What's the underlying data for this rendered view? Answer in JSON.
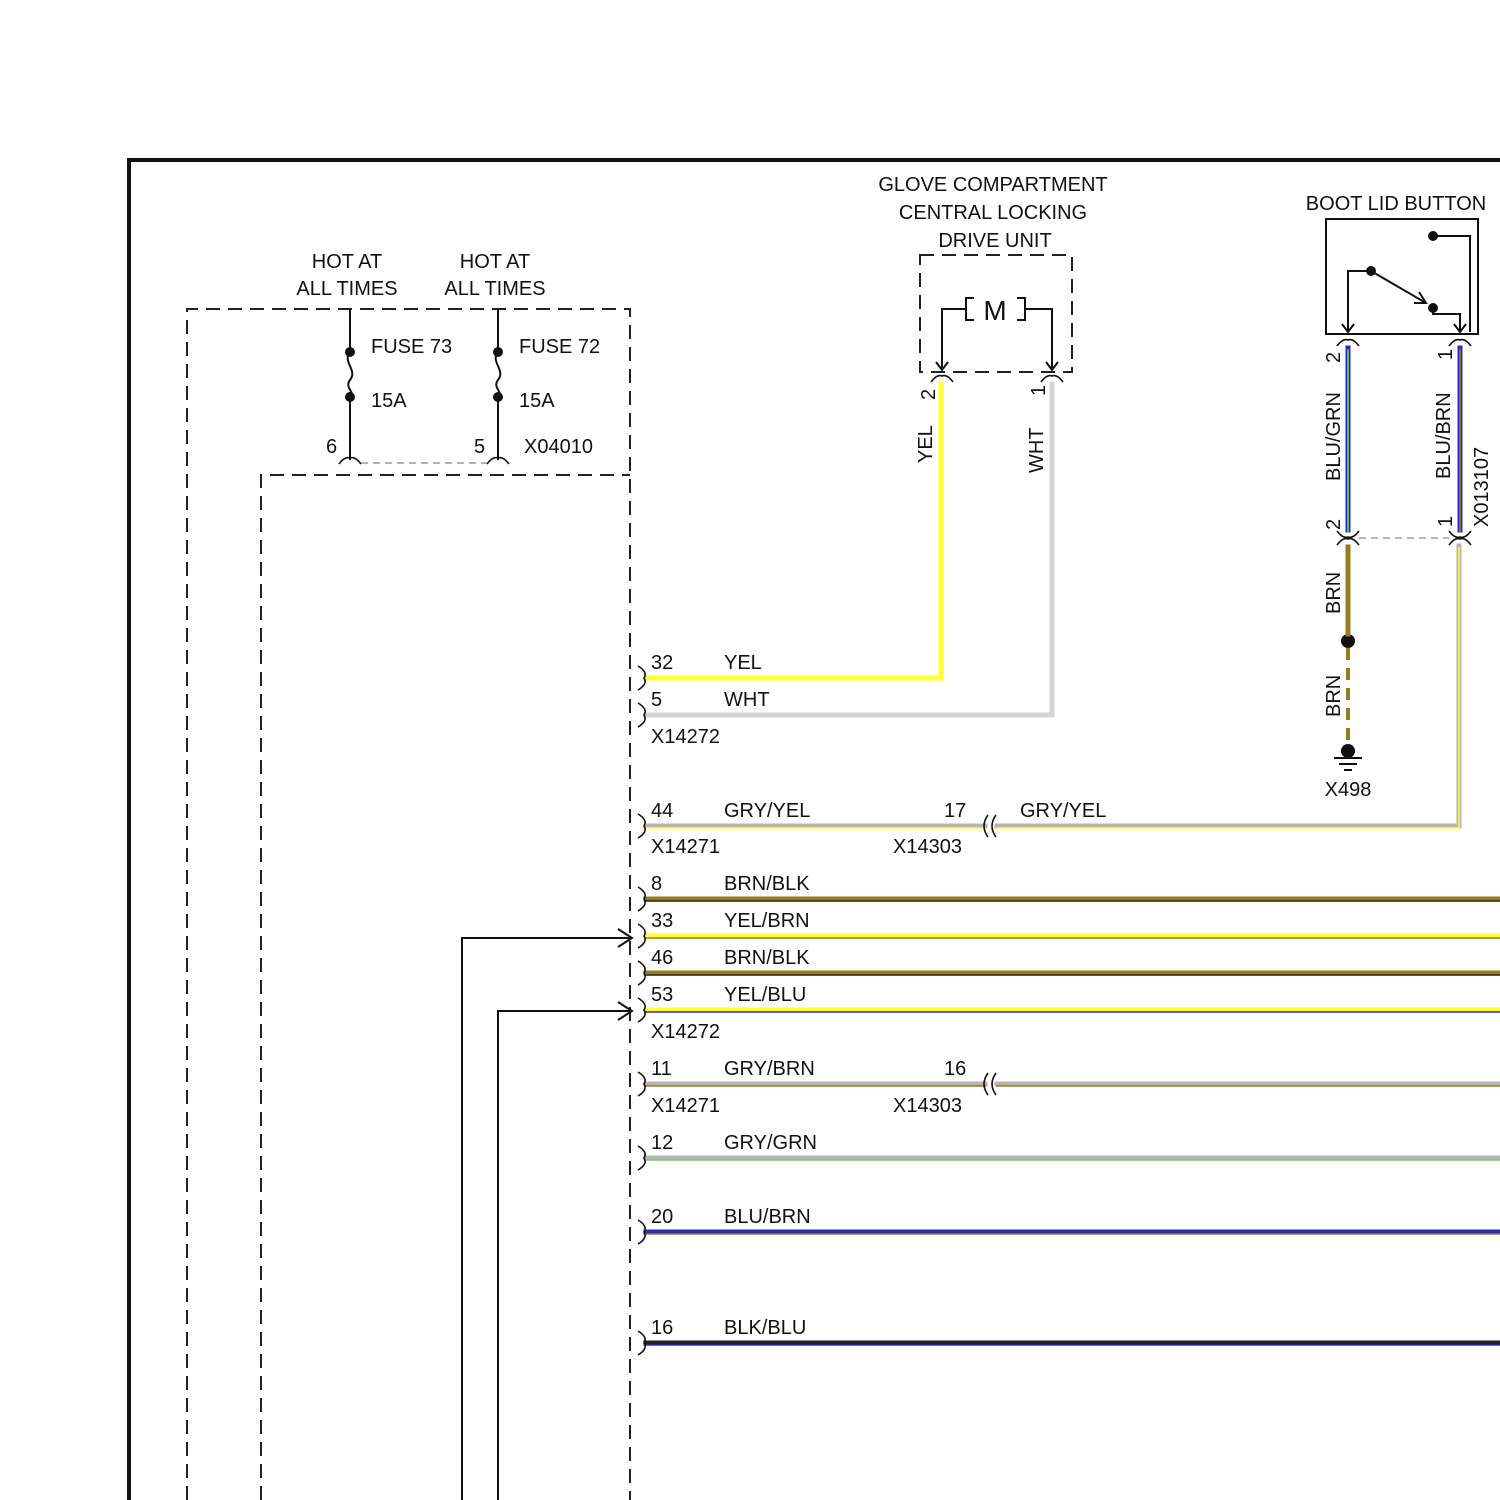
{
  "colors": {
    "YEL": "#ffff33",
    "WHT": "#d4d4d4",
    "GRY": "#b5b5b5",
    "BRN": "#9a7a1f",
    "BLK": "#222222",
    "BLU": "#2b2bb8",
    "GRN": "#6fd06f"
  },
  "power": {
    "hot_left_line1": "HOT AT",
    "hot_left_line2": "ALL TIMES",
    "hot_right_line1": "HOT AT",
    "hot_right_line2": "ALL TIMES",
    "fuse_a_name": "FUSE 73",
    "fuse_a_rating": "15A",
    "fuse_a_pin": "6",
    "fuse_b_name": "FUSE 72",
    "fuse_b_rating": "15A",
    "fuse_b_pin": "5",
    "connector": "X04010"
  },
  "glove": {
    "title_line1": "GLOVE COMPARTMENT",
    "title_line2": "CENTRAL LOCKING",
    "title_line3": "DRIVE UNIT",
    "motor": "M",
    "pin_left": "2",
    "pin_right": "1",
    "wire_left": "YEL",
    "wire_right": "WHT"
  },
  "boot": {
    "title": "BOOT LID BUTTON",
    "pin_left": "2",
    "pin_right": "1",
    "wire_left": "BLU/GRN",
    "wire_right": "BLU/BRN",
    "inline_connector": "X013107",
    "inline_pin_left": "2",
    "inline_pin_right": "1",
    "ground_wire_upper": "BRN",
    "ground_wire_lower": "BRN",
    "ground": "X498"
  },
  "module": {
    "rows": [
      {
        "pin": "32",
        "color": "YEL",
        "connector": ""
      },
      {
        "pin": "5",
        "color": "WHT",
        "connector": "X14272"
      },
      {
        "pin": "44",
        "color": "GRY/YEL",
        "connector": "X14271",
        "mid_pin": "17",
        "mid_connector": "X14303",
        "mid_color": "GRY/YEL"
      },
      {
        "pin": "8",
        "color": "BRN/BLK",
        "connector": ""
      },
      {
        "pin": "33",
        "color": "YEL/BRN",
        "connector": ""
      },
      {
        "pin": "46",
        "color": "BRN/BLK",
        "connector": ""
      },
      {
        "pin": "53",
        "color": "YEL/BLU",
        "connector": "X14272"
      },
      {
        "pin": "11",
        "color": "GRY/BRN",
        "connector": "X14271",
        "mid_pin": "16",
        "mid_connector": "X14303"
      },
      {
        "pin": "12",
        "color": "GRY/GRN",
        "connector": ""
      },
      {
        "pin": "20",
        "color": "BLU/BRN",
        "connector": ""
      },
      {
        "pin": "16",
        "color": "BLK/BLU",
        "connector": ""
      }
    ]
  }
}
